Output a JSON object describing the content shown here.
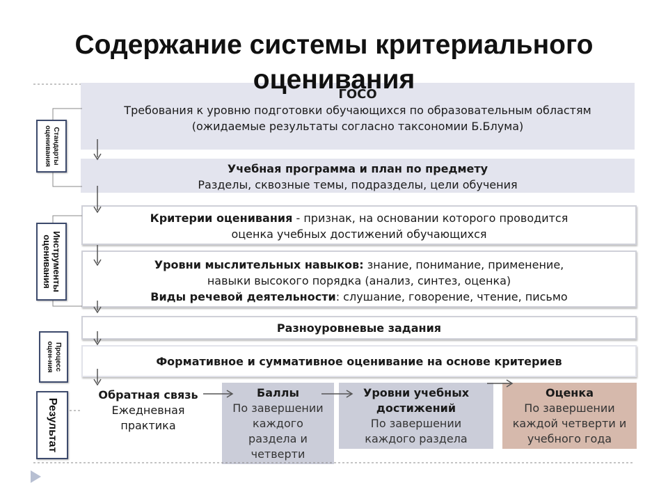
{
  "title": "Содержание системы критериального\nоценивания",
  "colors": {
    "gray_box": "#e3e4ee",
    "tan_box": "#d6b9ac",
    "side_border": "#3d4a6c",
    "connector": "#777777"
  },
  "side_labels": {
    "standards": "Стандарты\nоценивания",
    "instruments": "Инструменты\nоценивания",
    "process": "Процесс\nоцен-ния",
    "result": "Результат"
  },
  "boxes": {
    "goso": {
      "title": "ГОСО",
      "line1": "Требования к уровню подготовки обучающихся по образовательным областям",
      "line2": "(ожидаемые результаты согласно таксономии Б.Блума)"
    },
    "program": {
      "title": "Учебная программа и план по предмету",
      "line1": "Разделы, сквозные темы, подразделы, цели обучения"
    },
    "criteria": {
      "bold": "Критерии оценивания",
      "rest": " - признак, на основании которого проводится",
      "line2": "оценка учебных достижений  обучающихся"
    },
    "levels": {
      "bold1": "Уровни мыслительных навыков:",
      "rest1": " знание, понимание, применение,",
      "line2": "навыки высокого порядка (анализ, синтез, оценка)",
      "bold3": "Виды речевой деятельности",
      "rest3": ": слушание, говорение, чтение, письмо"
    },
    "tasks": {
      "title": "Разноуровневые задания"
    },
    "formative": {
      "title": "Формативное и суммативное оценивание на основе критериев"
    }
  },
  "results": {
    "feedback": {
      "title": "Обратная связь",
      "lines": [
        "Ежедневная",
        "практика"
      ]
    },
    "scores": {
      "title": "Баллы",
      "lines": [
        "По завершении",
        "каждого",
        "раздела и",
        "четверти"
      ]
    },
    "achievements": {
      "title_lines": [
        "Уровни учебных",
        "достижений"
      ],
      "lines": [
        "По завершении",
        "каждого раздела"
      ]
    },
    "grade": {
      "title": "Оценка",
      "lines": [
        "По завершении",
        "каждой четверти и",
        "учебного года"
      ]
    }
  }
}
